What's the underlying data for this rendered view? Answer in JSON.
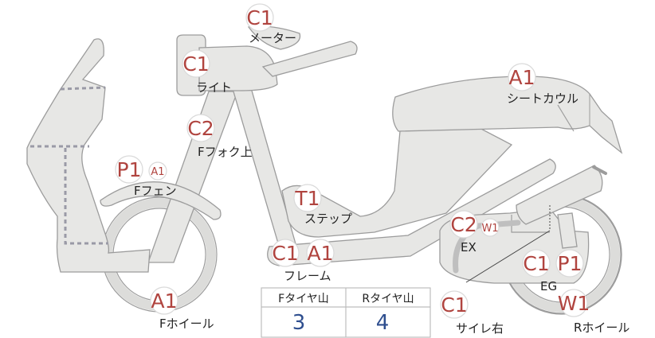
{
  "parts": [
    {
      "id": "meter",
      "codes": [
        {
          "code": "C1"
        }
      ],
      "label": "メーター"
    },
    {
      "id": "light",
      "codes": [
        {
          "code": "C1"
        }
      ],
      "label": "ライト"
    },
    {
      "id": "f-fork-upper",
      "codes": [
        {
          "code": "C2"
        }
      ],
      "label": "Fフォク上"
    },
    {
      "id": "f-fender",
      "codes": [
        {
          "code": "P1"
        },
        {
          "code": "A1",
          "small": true
        }
      ],
      "label": "Fフェン"
    },
    {
      "id": "step",
      "codes": [
        {
          "code": "T1"
        }
      ],
      "label": "ステップ"
    },
    {
      "id": "frame",
      "codes": [
        {
          "code": "C1"
        },
        {
          "code": "A1"
        }
      ],
      "label": "フレーム"
    },
    {
      "id": "f-wheel",
      "codes": [
        {
          "code": "A1"
        }
      ],
      "label": "Fホイール"
    },
    {
      "id": "seat-cowl",
      "codes": [
        {
          "code": "A1"
        }
      ],
      "label": "シートカウル"
    },
    {
      "id": "exhaust",
      "codes": [
        {
          "code": "C2"
        },
        {
          "code": "W1",
          "small": true
        }
      ],
      "label": "EX"
    },
    {
      "id": "engine",
      "codes": [
        {
          "code": "C1"
        },
        {
          "code": "P1"
        }
      ],
      "label": "EG"
    },
    {
      "id": "silencer-right",
      "codes": [
        {
          "code": "C1"
        }
      ],
      "label": "サイレ右"
    },
    {
      "id": "r-wheel",
      "codes": [
        {
          "code": "W1"
        }
      ],
      "label": "Rホイール"
    }
  ],
  "tyre_table": {
    "headers": [
      "Fタイヤ山",
      "Rタイヤ山"
    ],
    "values": [
      "3",
      "4"
    ],
    "value_color": "#2f4f8f"
  },
  "colors": {
    "code_text": "#b0443f",
    "part_fill": "#e7e7e5",
    "part_stroke": "#9c9c9c",
    "dash": "#9a9aa6"
  }
}
